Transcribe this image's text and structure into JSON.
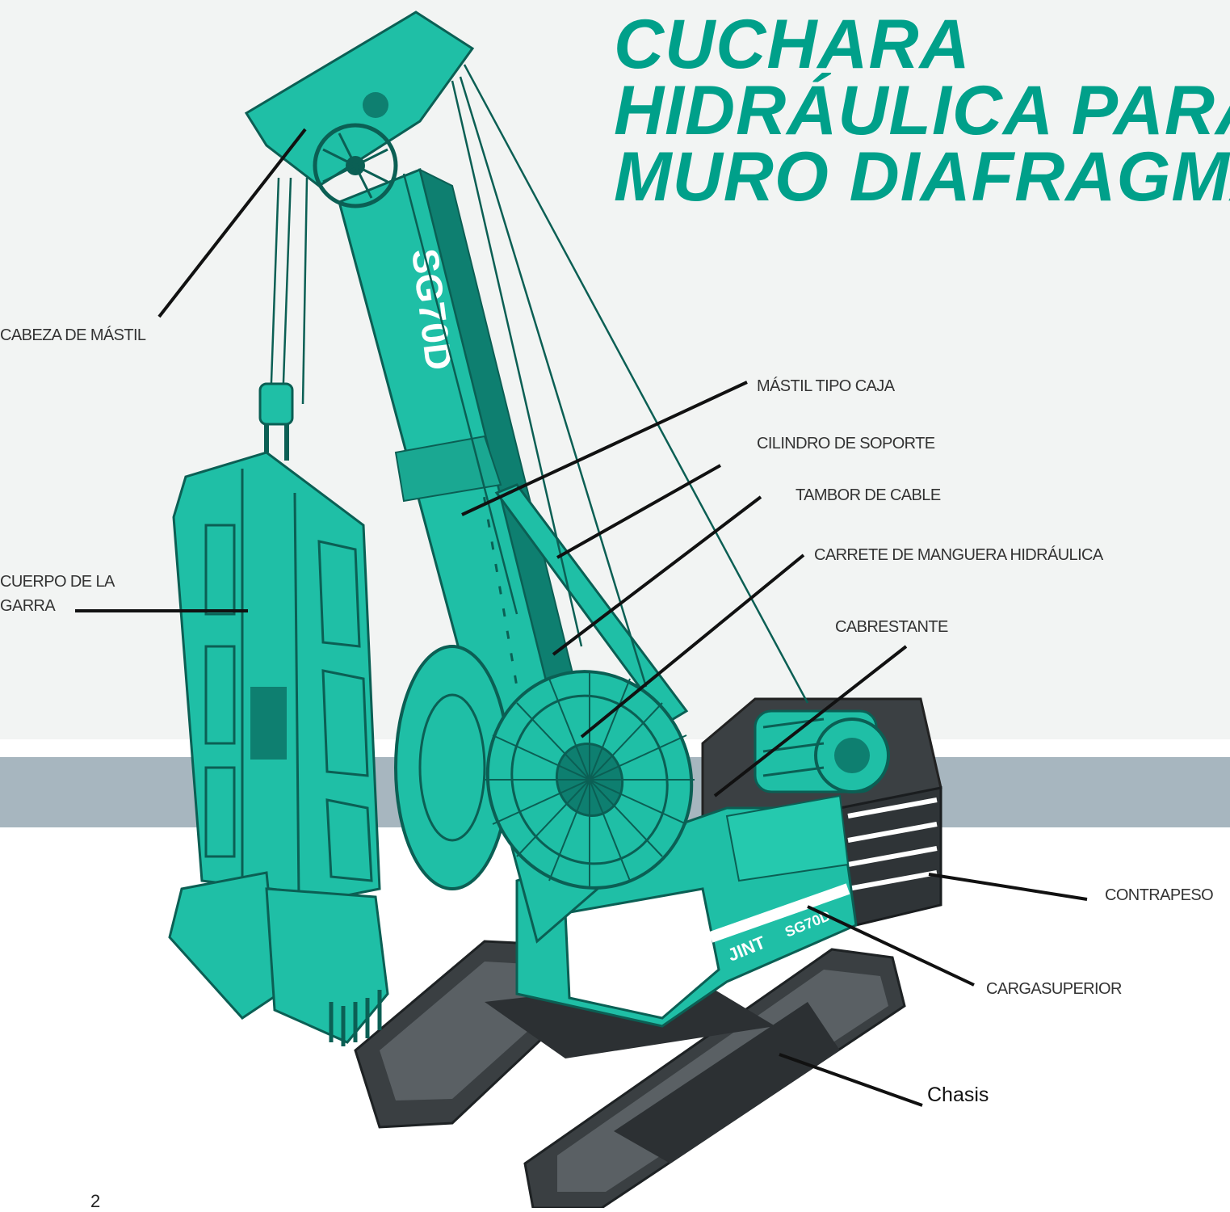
{
  "title": {
    "line1": "CUCHARA",
    "line2": "HIDRÁULICA PARA",
    "line3": "MURO DIAFRAGMA"
  },
  "colors": {
    "accent": "#00a08a",
    "machine": "#1fbfa6",
    "machine_dark": "#0e7f70",
    "band": "#a7b6bf",
    "background": "#f2f4f3",
    "track": "#3a3f42"
  },
  "labels": {
    "mast_head": "CABEZA DE MÁSTIL",
    "box_mast": "MÁSTIL TIPO CAJA",
    "support_cylinder": "CILINDRO DE SOPORTE",
    "cable_drum": "TAMBOR DE CABLE",
    "hose_reel": "CARRETE DE MANGUERA HIDRÁULICA",
    "winch": "CABRESTANTE",
    "grab_body_line1": "CUERPO DE LA",
    "grab_body_line2": "GARRA",
    "counterweight": "CONTRAPESO",
    "upper_carriage": "CARGASUPERIOR",
    "chassis": "Chasis"
  },
  "machine": {
    "model": "SG70D",
    "brand": "JINT"
  },
  "page_number": "2"
}
